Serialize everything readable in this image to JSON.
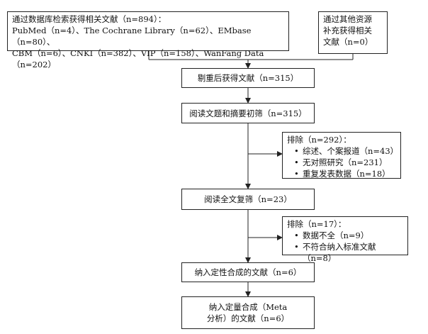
{
  "flow": {
    "database_search": {
      "line1": "通过数据库检索获得相关文献（n=894）：",
      "line2": "PubMed（n=4）、The Cochrane Library（n=62）、EMbase（n=80）、",
      "line3": "CBM（n=6）、CNKI（n=382）、VIP（n=158）、WanFang Data（n=202）"
    },
    "other_sources": {
      "line1": "通过其他资源",
      "line2": "补充获得相关",
      "line3": "文献（n=0）"
    },
    "after_dedup": "剔重后获得文献（n=315）",
    "title_abstract_screen": "阅读文题和摘要初筛（n=315）",
    "exclusion_1": {
      "title": "排除（n=292）：",
      "items": [
        "综述、个案报道（n=43）",
        "无对照研究（n=231）",
        "重复发表数据（n=18）"
      ]
    },
    "fulltext_screen": "阅读全文复筛（n=23）",
    "exclusion_2": {
      "title": "排除（n=17）：",
      "items": [
        "数据不全（n=9）",
        "不符合纳入标准文献（n=8）"
      ]
    },
    "qualitative": "纳入定性合成的文献（n=6）",
    "quantitative": {
      "line1": "纳入定量合成（Meta",
      "line2": "分析）的文献（n=6）"
    }
  }
}
